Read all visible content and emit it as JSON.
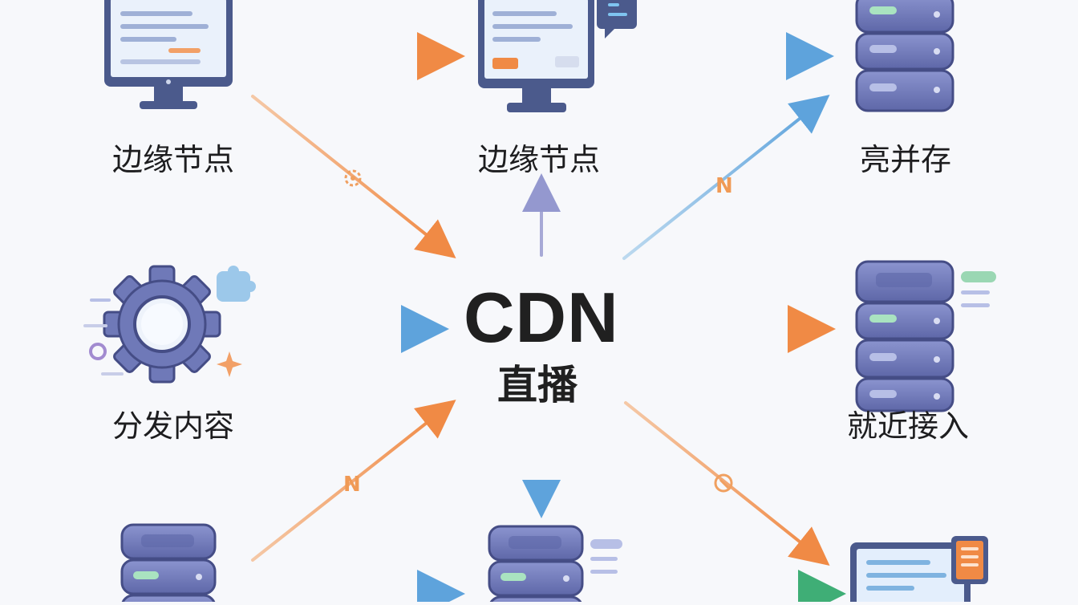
{
  "center": {
    "title": "CDN",
    "subtitle": "直播"
  },
  "nodes": {
    "edge_left": "边缘节点",
    "edge_middle": "边缘节点",
    "cache_top_right": "亮并存",
    "distribute": "分发内容",
    "nearby_access": "就近接入"
  },
  "palette": {
    "orange": "#f2a067",
    "blue": "#7fb3e0",
    "purple": "#a7a9d6",
    "green": "#7cc89a",
    "server": "#6f79b8",
    "screen_frame": "#4b5a8c"
  }
}
